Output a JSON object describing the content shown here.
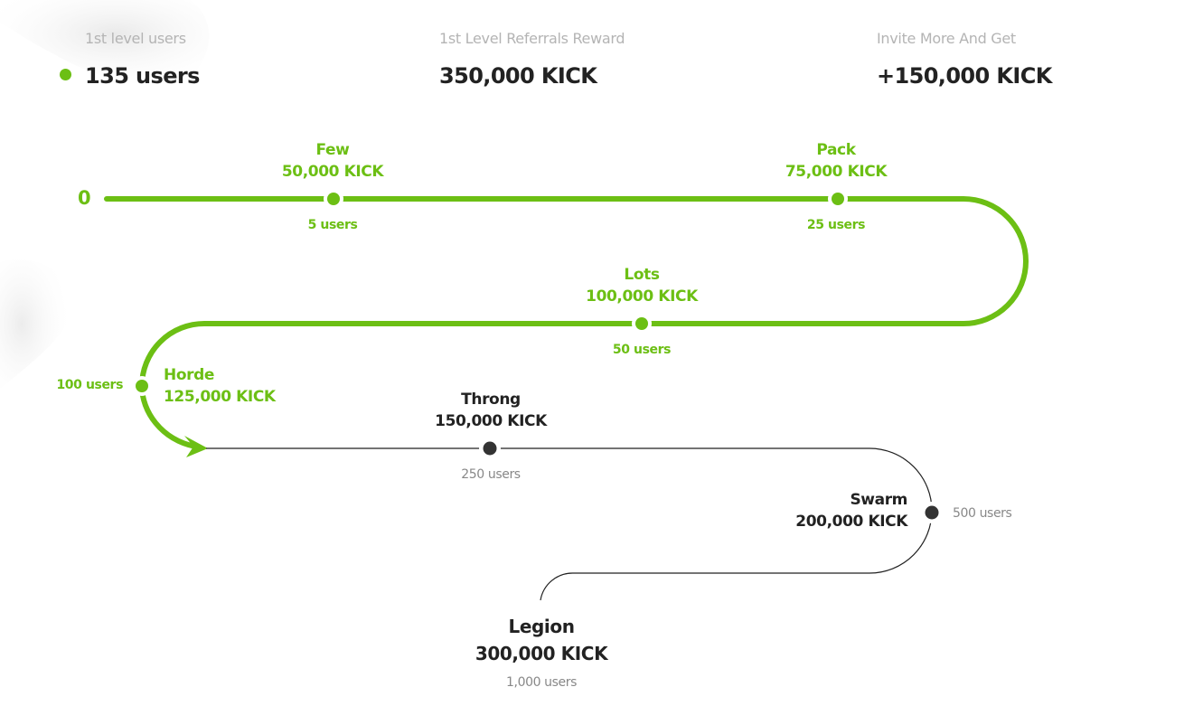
{
  "colors": {
    "accent": "#6cbf14",
    "dark": "#222222",
    "muted": "#b4b4b4",
    "gray": "#888888"
  },
  "stats": [
    {
      "label": "1st level users",
      "value": "135 users"
    },
    {
      "label": "1st Level Referrals Reward",
      "value": "350,000 KICK"
    },
    {
      "label": "Invite More And Get",
      "value": "+150,000 KICK"
    }
  ],
  "track": {
    "start_label": "0",
    "milestones": [
      {
        "name": "Few",
        "reward": "50,000 KICK",
        "users": "5 users",
        "reached": true
      },
      {
        "name": "Pack",
        "reward": "75,000 KICK",
        "users": "25 users",
        "reached": true
      },
      {
        "name": "Lots",
        "reward": "100,000 KICK",
        "users": "50 users",
        "reached": true
      },
      {
        "name": "Horde",
        "reward": "125,000 KICK",
        "users": "100 users",
        "reached": true
      },
      {
        "name": "Throng",
        "reward": "150,000 KICK",
        "users": "250 users",
        "reached": false
      },
      {
        "name": "Swarm",
        "reward": "200,000 KICK",
        "users": "500 users",
        "reached": false
      },
      {
        "name": "Legion",
        "reward": "300,000 KICK",
        "users": "1,000 users",
        "reached": false
      }
    ]
  }
}
